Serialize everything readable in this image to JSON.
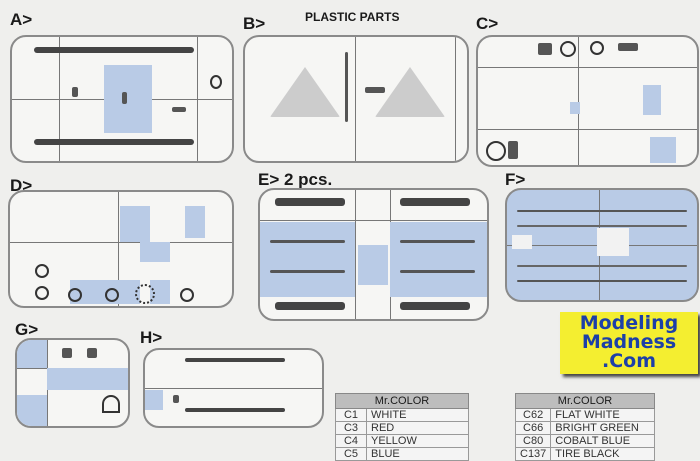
{
  "header": {
    "title": "PLASTIC PARTS"
  },
  "sprues": [
    {
      "label": "A>"
    },
    {
      "label": "B>"
    },
    {
      "label": "C>"
    },
    {
      "label": "D>"
    },
    {
      "label": "E> 2 pcs."
    },
    {
      "label": "F>"
    },
    {
      "label": "G>"
    },
    {
      "label": "H>"
    }
  ],
  "colors_table_1": {
    "header": "Mr.COLOR",
    "rows": [
      {
        "code": "C1",
        "name": "WHITE"
      },
      {
        "code": "C3",
        "name": "RED"
      },
      {
        "code": "C4",
        "name": "YELLOW"
      },
      {
        "code": "C5",
        "name": "BLUE"
      }
    ]
  },
  "colors_table_2": {
    "header": "Mr.COLOR",
    "rows": [
      {
        "code": "C62",
        "name": "FLAT WHITE"
      },
      {
        "code": "C66",
        "name": "BRIGHT GREEN"
      },
      {
        "code": "C80",
        "name": "COBALT BLUE"
      },
      {
        "code": "C137",
        "name": "TIRE BLACK"
      }
    ]
  },
  "watermark": {
    "line1": "Modeling",
    "line2": "Madness",
    "line3": ".Com"
  },
  "palette": {
    "background": "#efefed",
    "sprue_highlight": "#b9cbe6",
    "logo_bg": "#f4ee30",
    "logo_text": "#1c3fa8"
  }
}
